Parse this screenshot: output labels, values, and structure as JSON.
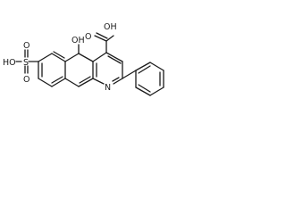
{
  "molecule": {
    "carboxyl_label": "OH",
    "carboxyl_o_label": "O",
    "hydroxy_label": "OH",
    "sulfonyl_o1_label": "O",
    "sulfonyl_o2_label": "O",
    "sulfonyl_s_label": "S",
    "sulfonyl_oh_label": "HO",
    "nitrogen_label": "N"
  }
}
